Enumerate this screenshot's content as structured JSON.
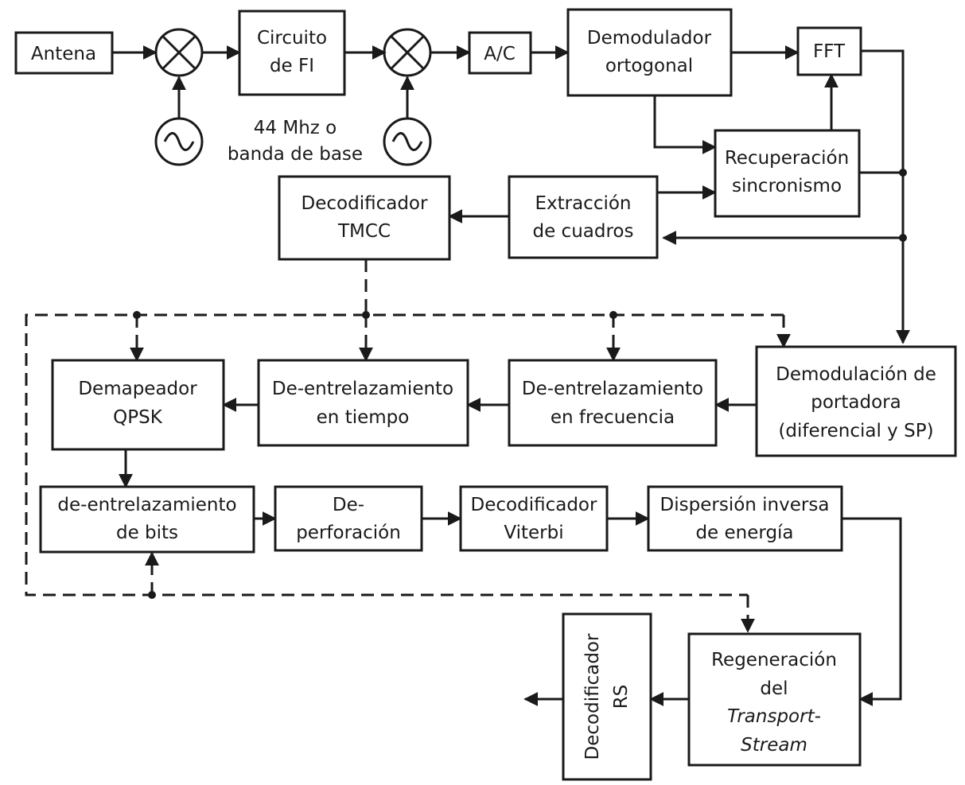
{
  "blocks": {
    "antena": [
      "Antena"
    ],
    "circuito_fi": [
      "Circuito",
      "de FI"
    ],
    "ac": [
      "A/C"
    ],
    "demod_ortogonal": [
      "Demodulador",
      "ortogonal"
    ],
    "fft": [
      "FFT"
    ],
    "recuperacion": [
      "Recuperación",
      "sincronismo"
    ],
    "extraccion": [
      "Extracción",
      "de cuadros"
    ],
    "decod_tmcc": [
      "Decodificador",
      "TMCC"
    ],
    "demod_portadora": [
      "Demodulación de",
      "portadora",
      "(diferencial y SP)"
    ],
    "deentr_frecuencia": [
      "De-entrelazamiento",
      "en frecuencia"
    ],
    "deentr_tiempo": [
      "De-entrelazamiento",
      "en tiempo"
    ],
    "demapeador": [
      "Demapeador",
      "QPSK"
    ],
    "deentr_bits": [
      "de-entrelazamiento",
      "de bits"
    ],
    "deperforacion": [
      "De-",
      "perforación"
    ],
    "decod_viterbi": [
      "Decodificador",
      "Viterbi"
    ],
    "dispersion": [
      "Dispersión inversa",
      "de energía"
    ],
    "regeneracion": [
      "Regeneración",
      "del",
      "Transport-",
      "Stream"
    ],
    "decod_rs": [
      "Decodificador",
      "RS"
    ]
  },
  "annotation": [
    "44 Mhz o",
    "banda de base"
  ]
}
